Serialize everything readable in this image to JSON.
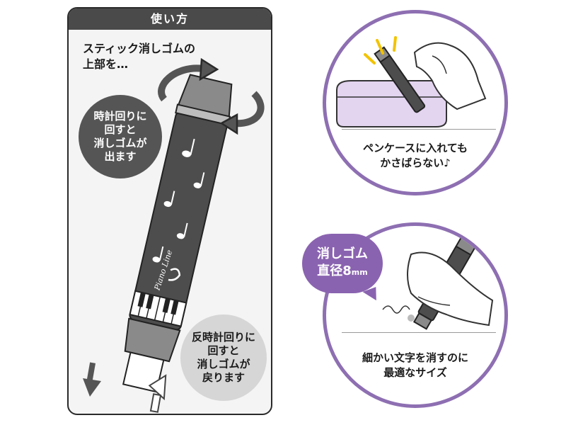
{
  "panel": {
    "header": "使い方",
    "intro_line1": "スティック消しゴムの",
    "intro_line2": "上部を…",
    "clockwise": [
      "時計回りに",
      "回すと",
      "消しゴムが",
      "出ます"
    ],
    "counter_clockwise": [
      "反時計回りに",
      "回すと",
      "消しゴムが",
      "戻ります"
    ],
    "pen_label": "Piano Line"
  },
  "feature_top": {
    "line1": "ペンケースに入れても",
    "line2": "かさばらない♪"
  },
  "feature_bottom": {
    "line1": "細かい文字を消すのに",
    "line2": "最適なサイズ"
  },
  "badge": {
    "line1": "消しゴム",
    "line2_prefix": "直径8",
    "line2_unit": "mm"
  },
  "colors": {
    "accent": "#8e6fb2",
    "badge": "#8a63b0",
    "pen_body": "#4d4d4d",
    "bubble_dark": "#555555",
    "bubble_light": "#d6d6d6"
  }
}
